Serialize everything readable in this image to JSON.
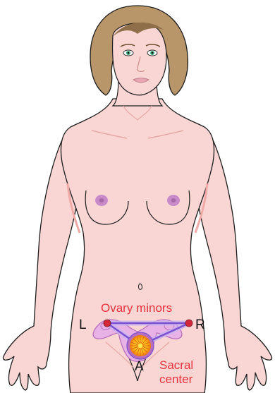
{
  "labels": {
    "title": "Ovary minors",
    "left": "L",
    "right": "R",
    "apex": "A",
    "sacral_line1": "Sacral",
    "sacral_line2": "center"
  },
  "colors": {
    "skin": "#f9d6d4",
    "skin_shadow": "#f0a9a6",
    "outline": "#1c1c1c",
    "hair": "#b8966a",
    "hair_dark": "#8e6f49",
    "eye": "#3fa67a",
    "nipple": "#c98ac9",
    "label_red": "#e8323c",
    "triangle": "#7a4fd0",
    "triangle_glow": "#c7b3f0",
    "uterus": "#e8b2e6",
    "uterus_outline": "#b86fbd",
    "ovary_red": "#d3283a",
    "chakra_orange": "#f08a1a",
    "chakra_yellow": "#ffd21a"
  },
  "icons": [
    "female-body",
    "sacral-chakra-icon",
    "ovary-icon"
  ]
}
